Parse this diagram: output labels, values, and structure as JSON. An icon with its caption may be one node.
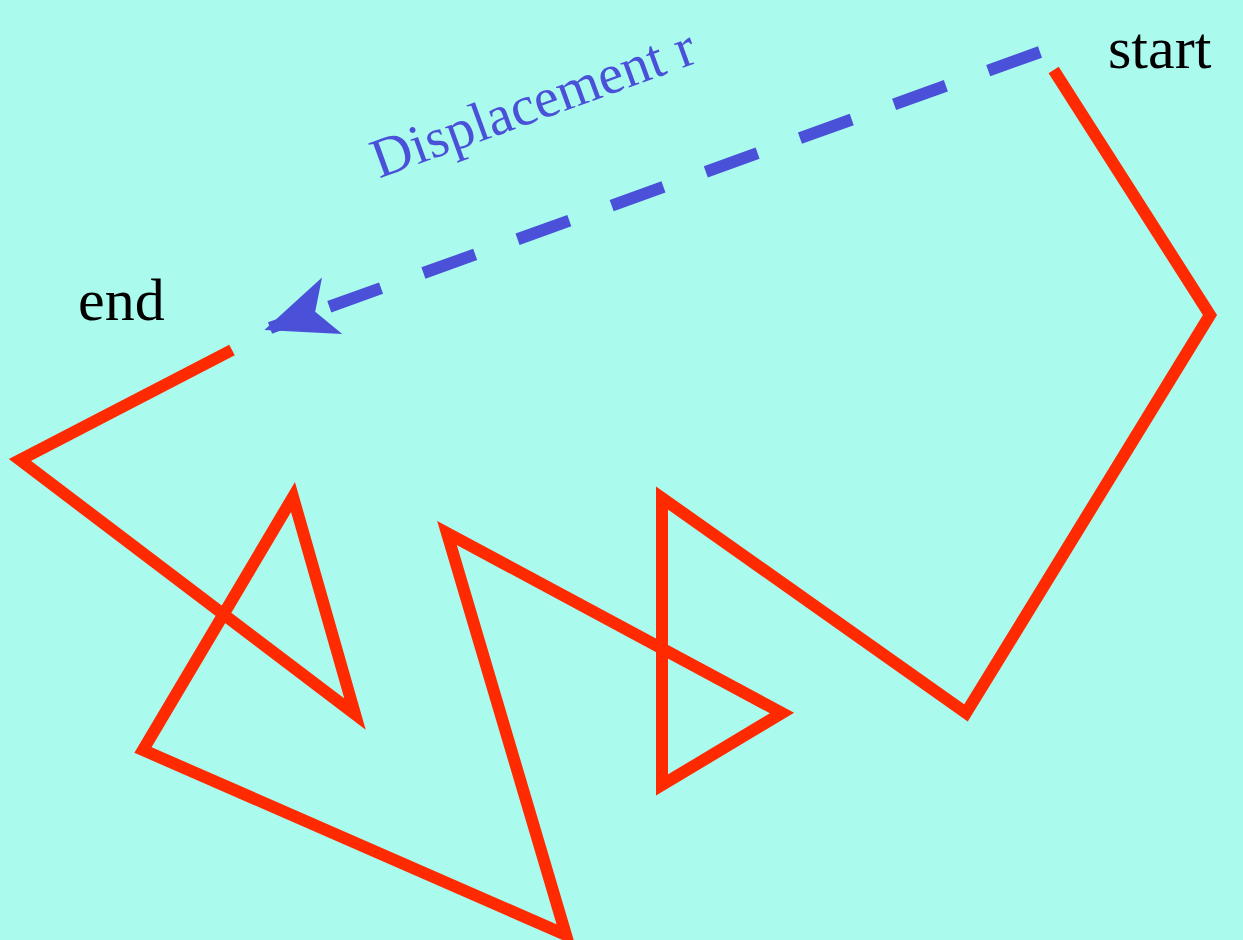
{
  "diagram": {
    "nodes": [
      {
        "text": [
          "start"
        ]
      },
      {
        "text": [
          "end"
        ]
      }
    ],
    "edges": [
      {
        "from": 0,
        "to": 1,
        "arrow": "to",
        "label": "Displacement r",
        "style": "dashed",
        "color": "#4a50d8"
      },
      {
        "from": 0,
        "to": 1,
        "arrow": "none",
        "color": "#ff2a00"
      }
    ]
  }
}
